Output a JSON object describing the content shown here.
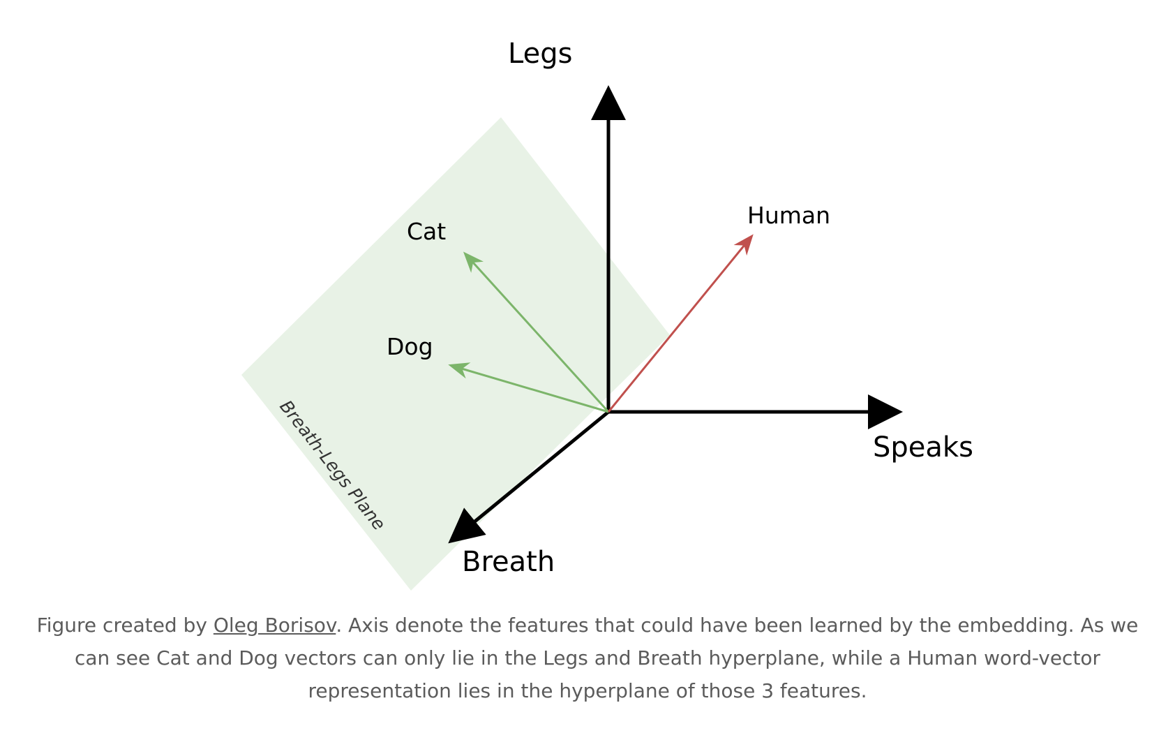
{
  "diagram": {
    "axes": {
      "legs": "Legs",
      "speaks": "Speaks",
      "breath": "Breath"
    },
    "vectors": {
      "cat": "Cat",
      "dog": "Dog",
      "human": "Human"
    },
    "plane_label": "Breath-Legs Plane",
    "colors": {
      "axis": "#000000",
      "animal_vector": "#7cb56a",
      "human_vector": "#c0504d",
      "plane_fill": "#e8f2e6"
    }
  },
  "caption": {
    "prefix": "Figure created by ",
    "author_link": "Oleg Borisov",
    "text": ". Axis denote the features that could have been learned by the embedding. As we can see Cat and Dog vectors can only lie in the Legs and Breath hyperplane, while a Human word-vector representation lies in the hyperplane of those 3 features."
  }
}
